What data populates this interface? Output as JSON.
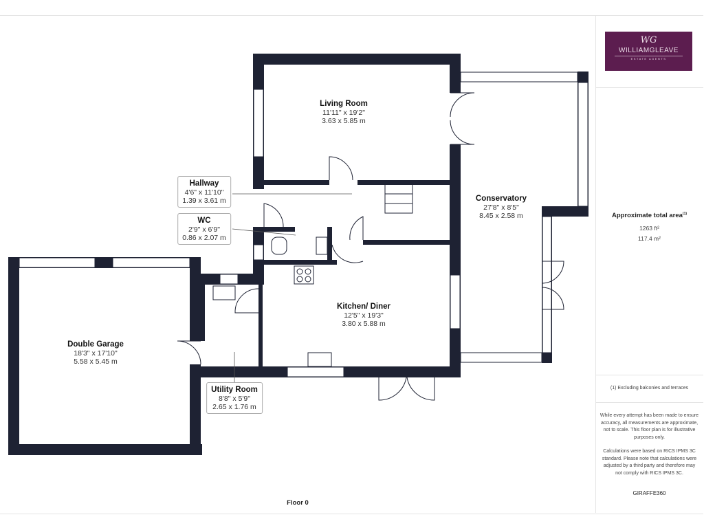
{
  "brand": {
    "logo_monogram": "WG",
    "logo_name": "WILLIAMGLEAVE",
    "logo_sub": "ESTATE AGENTS",
    "logo_color": "#5c1d4f"
  },
  "rooms": [
    {
      "name": "Living Room",
      "imperial": "11'11\" x 19'2\"",
      "metric": "3.63 x 5.85 m"
    },
    {
      "name": "Hallway",
      "imperial": "4'6\" x 11'10\"",
      "metric": "1.39 x 3.61 m"
    },
    {
      "name": "WC",
      "imperial": "2'9\" x 6'9\"",
      "metric": "0.86 x 2.07 m"
    },
    {
      "name": "Conservatory",
      "imperial": "27'8\" x 8'5\"",
      "metric": "8.45 x 2.58 m"
    },
    {
      "name": "Kitchen/ Diner",
      "imperial": "12'5\" x 19'3\"",
      "metric": "3.80 x 5.88 m"
    },
    {
      "name": "Double Garage",
      "imperial": "18'3\" x 17'10\"",
      "metric": "5.58 x 5.45 m"
    },
    {
      "name": "Utility Room",
      "imperial": "8'8\" x 5'9\"",
      "metric": "2.65 x 1.76 m"
    }
  ],
  "floor_label": "Floor 0",
  "summary": {
    "title": "Approximate total area",
    "footnote_mark": "(1)",
    "area_ft": "1263 ft²",
    "area_m": "117.4 m²",
    "footnote": "(1) Excluding balconies and terraces",
    "disclaimer1": "While every attempt has been made to ensure accuracy, all measurements are approximate, not to scale. This floor plan is for illustrative purposes only.",
    "disclaimer2": "Calculations were based on RICS IPMS 3C standard. Please note that calculations were adjusted by a third party and therefore may not comply with RICS IPMS 3C.",
    "provider": "GIRAFFE360"
  },
  "colors": {
    "wall": "#1e2233",
    "window": "#ffffff"
  }
}
